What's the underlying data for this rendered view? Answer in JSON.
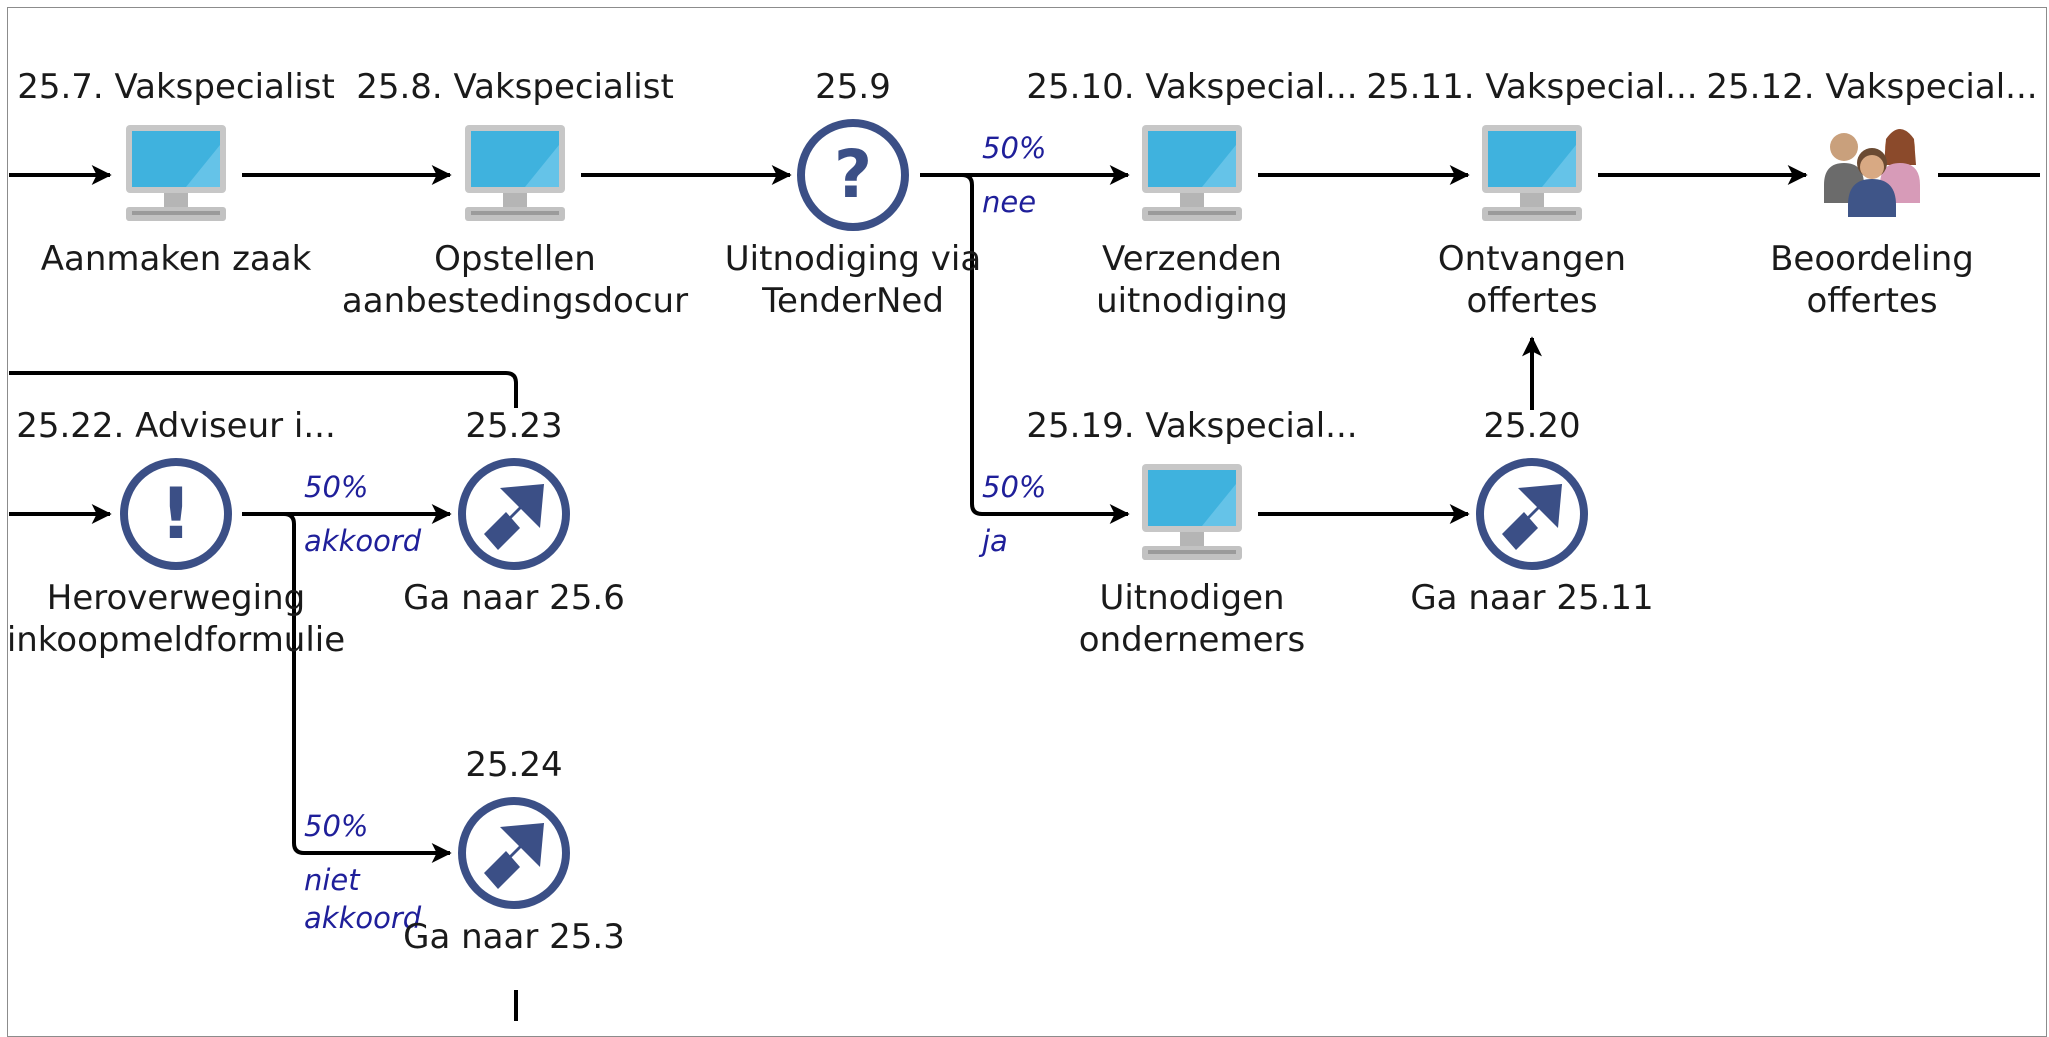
{
  "nodes": {
    "n25_7": {
      "id": "25.7. Vakspecialist",
      "name": [
        "Aanmaken zaak"
      ],
      "icon": "computer-icon"
    },
    "n25_8": {
      "id": "25.8. Vakspecialist",
      "name": [
        "Opstellen",
        "aanbestedingsdocur"
      ],
      "icon": "computer-icon"
    },
    "n25_9": {
      "id": "25.9",
      "name": [
        "Uitnodiging via",
        "TenderNed"
      ],
      "icon": "question-decision-icon"
    },
    "n25_10": {
      "id": "25.10. Vakspecial...",
      "name": [
        "Verzenden",
        "uitnodiging"
      ],
      "icon": "computer-icon"
    },
    "n25_11": {
      "id": "25.11. Vakspecial...",
      "name": [
        "Ontvangen",
        "offertes"
      ],
      "icon": "computer-icon"
    },
    "n25_12": {
      "id": "25.12. Vakspecial...",
      "name": [
        "Beoordeling",
        "offertes"
      ],
      "icon": "people-group-icon"
    },
    "n25_22": {
      "id": "25.22. Adviseur i...",
      "name": [
        "Heroverweging",
        "inkoopmeldformulie"
      ],
      "icon": "exclamation-decision-icon"
    },
    "n25_23": {
      "id": "25.23",
      "name": [
        "Ga naar 25.6"
      ],
      "icon": "goto-arrow-icon"
    },
    "n25_19": {
      "id": "25.19. Vakspecial...",
      "name": [
        "Uitnodigen",
        "ondernemers"
      ],
      "icon": "computer-icon"
    },
    "n25_20": {
      "id": "25.20",
      "name": [
        "Ga naar 25.11"
      ],
      "icon": "goto-arrow-icon"
    },
    "n25_24": {
      "id": "25.24",
      "name": [
        "Ga naar 25.3"
      ],
      "icon": "goto-arrow-icon"
    }
  },
  "conditions": {
    "nee": {
      "pct": "50%",
      "text": [
        "nee"
      ]
    },
    "ja": {
      "pct": "50%",
      "text": [
        "ja"
      ]
    },
    "akkoord": {
      "pct": "50%",
      "text": [
        "akkoord"
      ]
    },
    "niet_akkoord": {
      "pct": "50%",
      "text": [
        "niet",
        "akkoord"
      ]
    }
  },
  "colors": {
    "decision_blue": "#3b4f86",
    "condition_text": "#1f1f9a",
    "monitor_screen": "#3fb2de"
  }
}
